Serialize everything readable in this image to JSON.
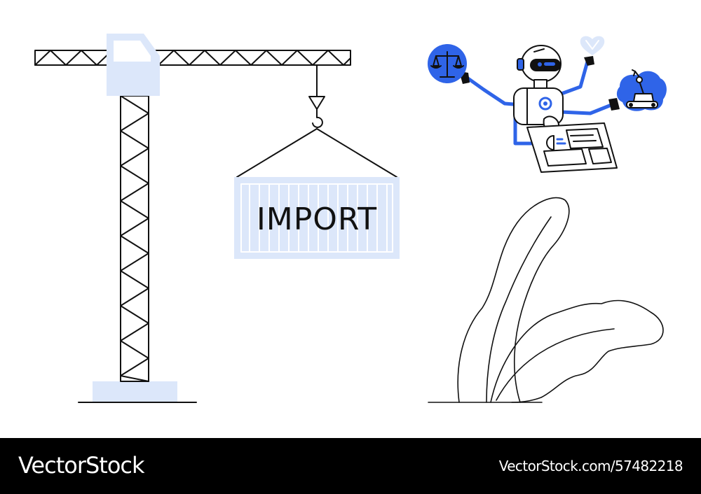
{
  "container": {
    "label": "IMPORT"
  },
  "footer": {
    "logo": "VectorStock",
    "url": "VectorStock.com/57482218"
  },
  "colors": {
    "accent_blue": "#2F64E8",
    "light_blue": "#DCE7FA",
    "stroke": "#111111",
    "footer_bg": "#000000"
  },
  "icons": [
    "crane-icon",
    "shipping-container-icon",
    "robot-icon",
    "scales-icon",
    "heart-icon",
    "robotic-arm-icon",
    "document-icon",
    "plant-icon"
  ]
}
